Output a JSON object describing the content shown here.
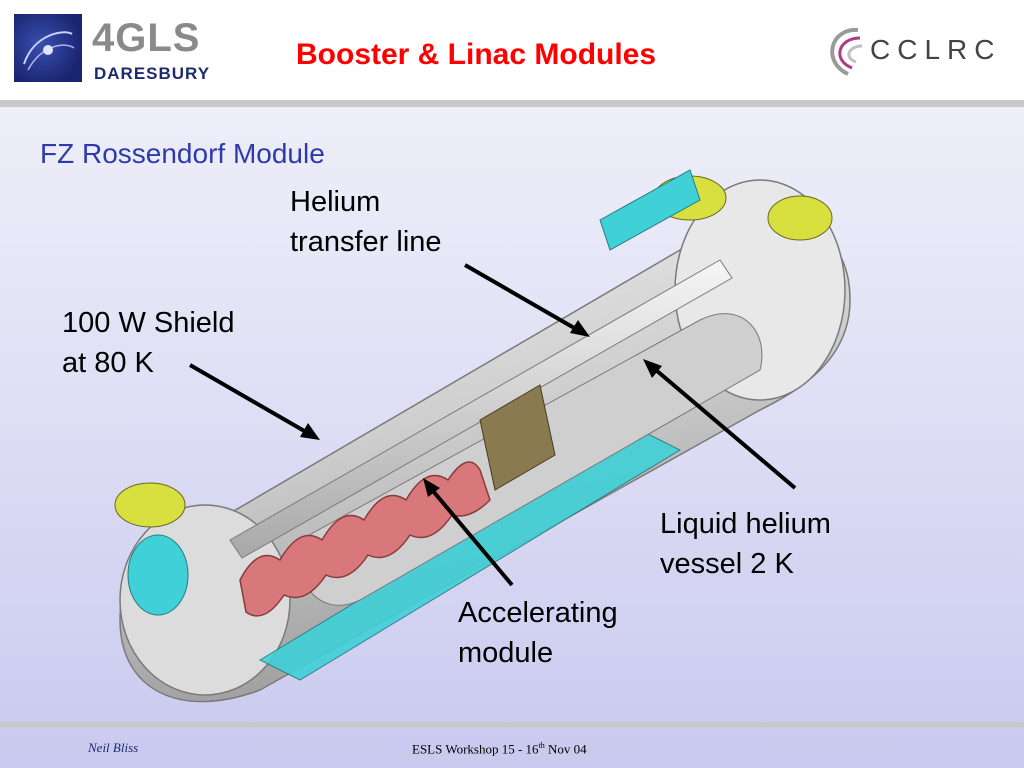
{
  "header": {
    "title": "Booster & Linac Modules",
    "logo_left_main": "4GLS",
    "logo_left_sub": "DARESBURY",
    "logo_right": "CCLRC"
  },
  "subtitle": "FZ Rossendorf Module",
  "labels": {
    "helium_line_1": "Helium",
    "helium_line_2": "transfer line",
    "shield_line_1": "100 W Shield",
    "shield_line_2": "at 80 K",
    "vessel_line_1": "Liquid helium",
    "vessel_line_2": "vessel 2 K",
    "module_line_1": "Accelerating",
    "module_line_2": "module"
  },
  "footer": {
    "author": "Neil Bliss",
    "event": "ESLS Workshop  15 - 16",
    "event_sup": "th",
    "event_end": "  Nov 04"
  },
  "colors": {
    "title": "#ff0000",
    "subtitle": "#2e3aa8",
    "shell": "#c8c8c8",
    "cavity": "#d8787a",
    "flange_yellow": "#d8e040",
    "cyan": "#40d0d8"
  }
}
